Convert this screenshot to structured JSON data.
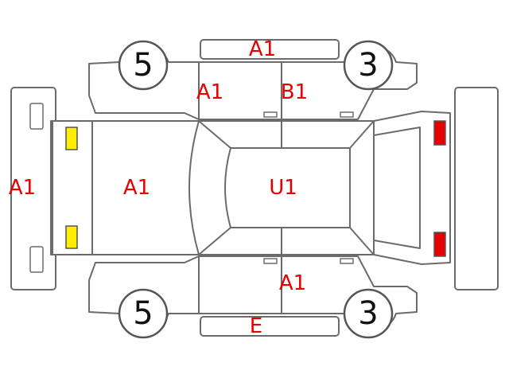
{
  "diagram": {
    "damage_codes": {
      "front_bumper": "A1",
      "hood": "A1",
      "roof": "U1",
      "top_roof_rail": "A1",
      "top_left_panel": "A1",
      "top_right_panel": "B1",
      "bottom_right_panel": "A1",
      "bottom_rocker": "E"
    },
    "wheels": {
      "front_top": "5",
      "rear_top": "3",
      "front_bottom": "5",
      "rear_bottom": "3"
    },
    "colors": {
      "code_text": "#e60000",
      "front_lights": "#ffee00",
      "rear_lights": "#e60000",
      "outline": "#6b6b6b"
    }
  }
}
